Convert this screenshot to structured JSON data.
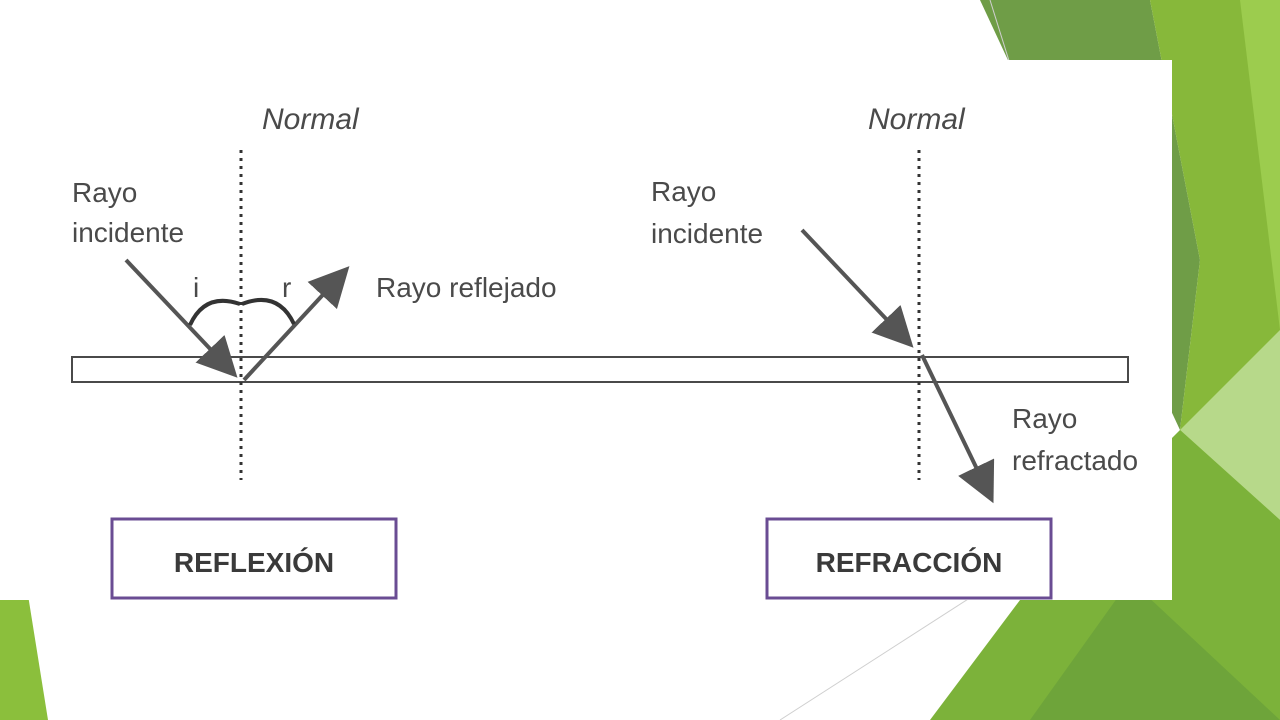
{
  "slide": {
    "theme_colors": {
      "accent_light": "#8bbf3c",
      "accent_mid": "#76a942",
      "accent_dark": "#5d8f3a",
      "accent_pale": "#b7d98a",
      "box_border": "#6a4c93",
      "ray_color": "#555555"
    }
  },
  "diagram": {
    "reflection": {
      "normal_label": "Normal",
      "incident_label_line1": "Rayo",
      "incident_label_line2": "incidente",
      "angle_i_label": "i",
      "angle_r_label": "r",
      "reflected_label": "Rayo reflejado",
      "box_label": "REFLEXIÓN"
    },
    "refraction": {
      "normal_label": "Normal",
      "incident_label_line1": "Rayo",
      "incident_label_line2": "incidente",
      "refracted_label_line1": "Rayo",
      "refracted_label_line2": "refractado",
      "box_label": "REFRACCIÓN"
    }
  }
}
